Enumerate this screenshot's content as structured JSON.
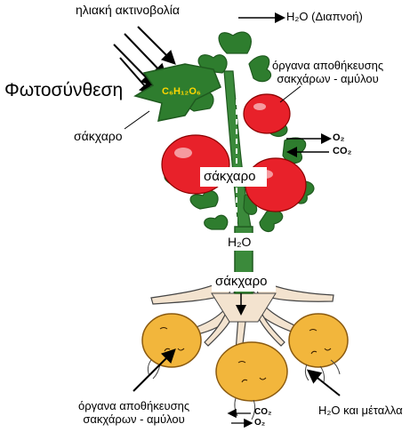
{
  "labels": {
    "solar": "ηλιακή ακτινοβολία",
    "transpiration": "H₂O (Διαπνοή)",
    "photosynthesis": "Φωτοσύνθεση",
    "glucose": "C₆H₁₂O₆",
    "sugar_left": "σάκχαρο",
    "storage_top_line1": "όργανα αποθήκευσης",
    "storage_top_line2": "σακχάρων - αμύλου",
    "o2_top": "O₂",
    "co2_top": "CO₂",
    "sugar_center": "σάκχαρο",
    "water_stem": "H₂O",
    "sugar_stem": "σάκχαρο",
    "storage_bottom_line1": "όργανα αποθήκευσης",
    "storage_bottom_line2": "σακχάρων - αμύλου",
    "co2_bottom": "CO₂",
    "o2_bottom": "O₂",
    "water_metals": "H₂O και μέταλλα"
  },
  "colors": {
    "leaf": "#2e7d2e",
    "leaf_dark": "#1f5a1f",
    "tomato": "#e8212a",
    "tuber": "#f2b63c",
    "glucose_text": "#ffd700",
    "root": "#f3e3cf"
  }
}
